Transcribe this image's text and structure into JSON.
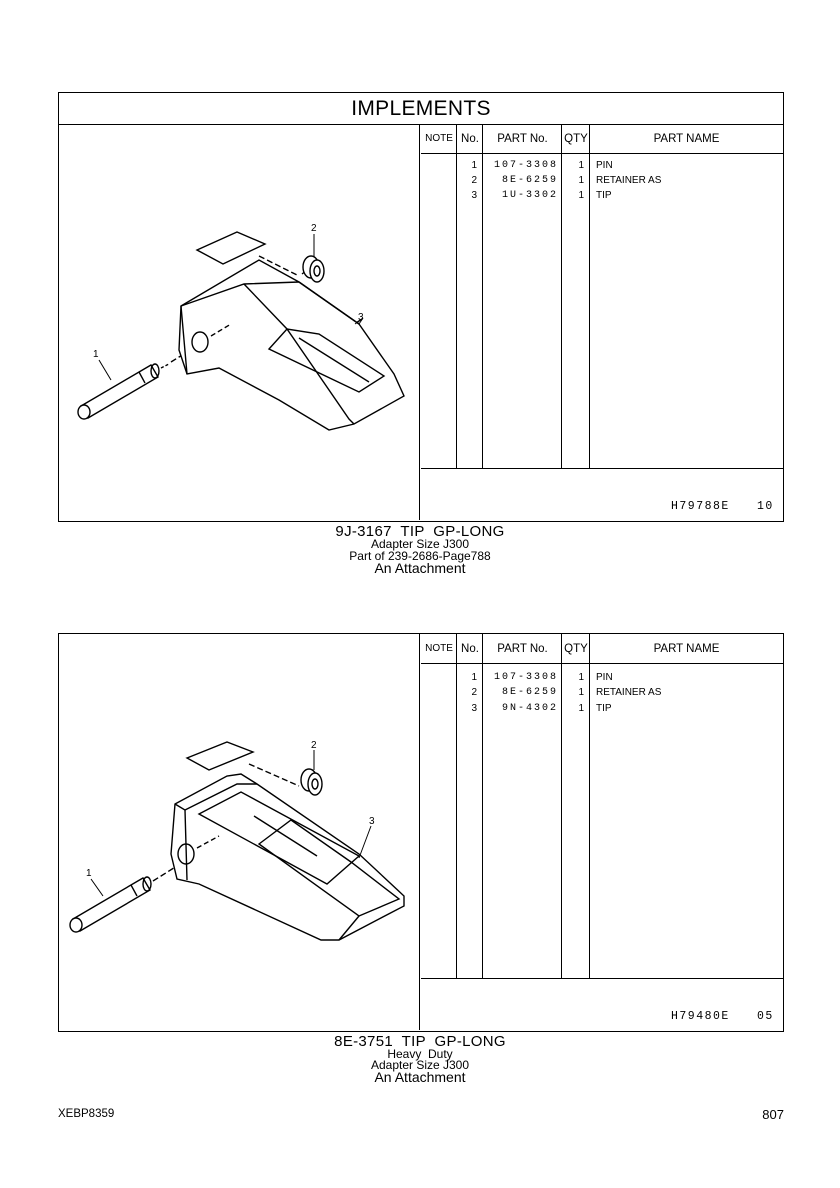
{
  "section_title": "IMPLEMENTS",
  "table_headers": {
    "note": "NOTE",
    "no": "No.",
    "part_no": "PART No.",
    "qty": "QTY",
    "part_name": "PART NAME"
  },
  "group1": {
    "rows": [
      {
        "no": "1",
        "part_no": "107-3308",
        "qty": "1",
        "name": "PIN"
      },
      {
        "no": "2",
        "part_no": "8E-6259",
        "qty": "1",
        "name": "RETAINER AS"
      },
      {
        "no": "3",
        "part_no": "1U-3302",
        "qty": "1",
        "name": "TIP"
      }
    ],
    "illustration_code": "H79788E",
    "illustration_page": "10",
    "callouts": [
      "1",
      "2",
      "3"
    ],
    "caption": {
      "title": "9J-3167  TIP  GP-LONG",
      "lines": [
        "Adapter Size J300",
        "Part of 239-2686-Page788"
      ],
      "attachment": "An Attachment"
    }
  },
  "group2": {
    "rows": [
      {
        "no": "1",
        "part_no": "107-3308",
        "qty": "1",
        "name": "PIN"
      },
      {
        "no": "2",
        "part_no": "8E-6259",
        "qty": "1",
        "name": "RETAINER AS"
      },
      {
        "no": "3",
        "part_no": "9N-4302",
        "qty": "1",
        "name": "TIP"
      }
    ],
    "illustration_code": "H79480E",
    "illustration_page": "05",
    "callouts": [
      "1",
      "2",
      "3"
    ],
    "caption": {
      "title": "8E-3751  TIP  GP-LONG",
      "lines": [
        "Heavy  Duty",
        "Adapter Size J300"
      ],
      "attachment": "An Attachment"
    }
  },
  "footer": {
    "doc_code": "XEBP8359",
    "page_number": "807"
  }
}
